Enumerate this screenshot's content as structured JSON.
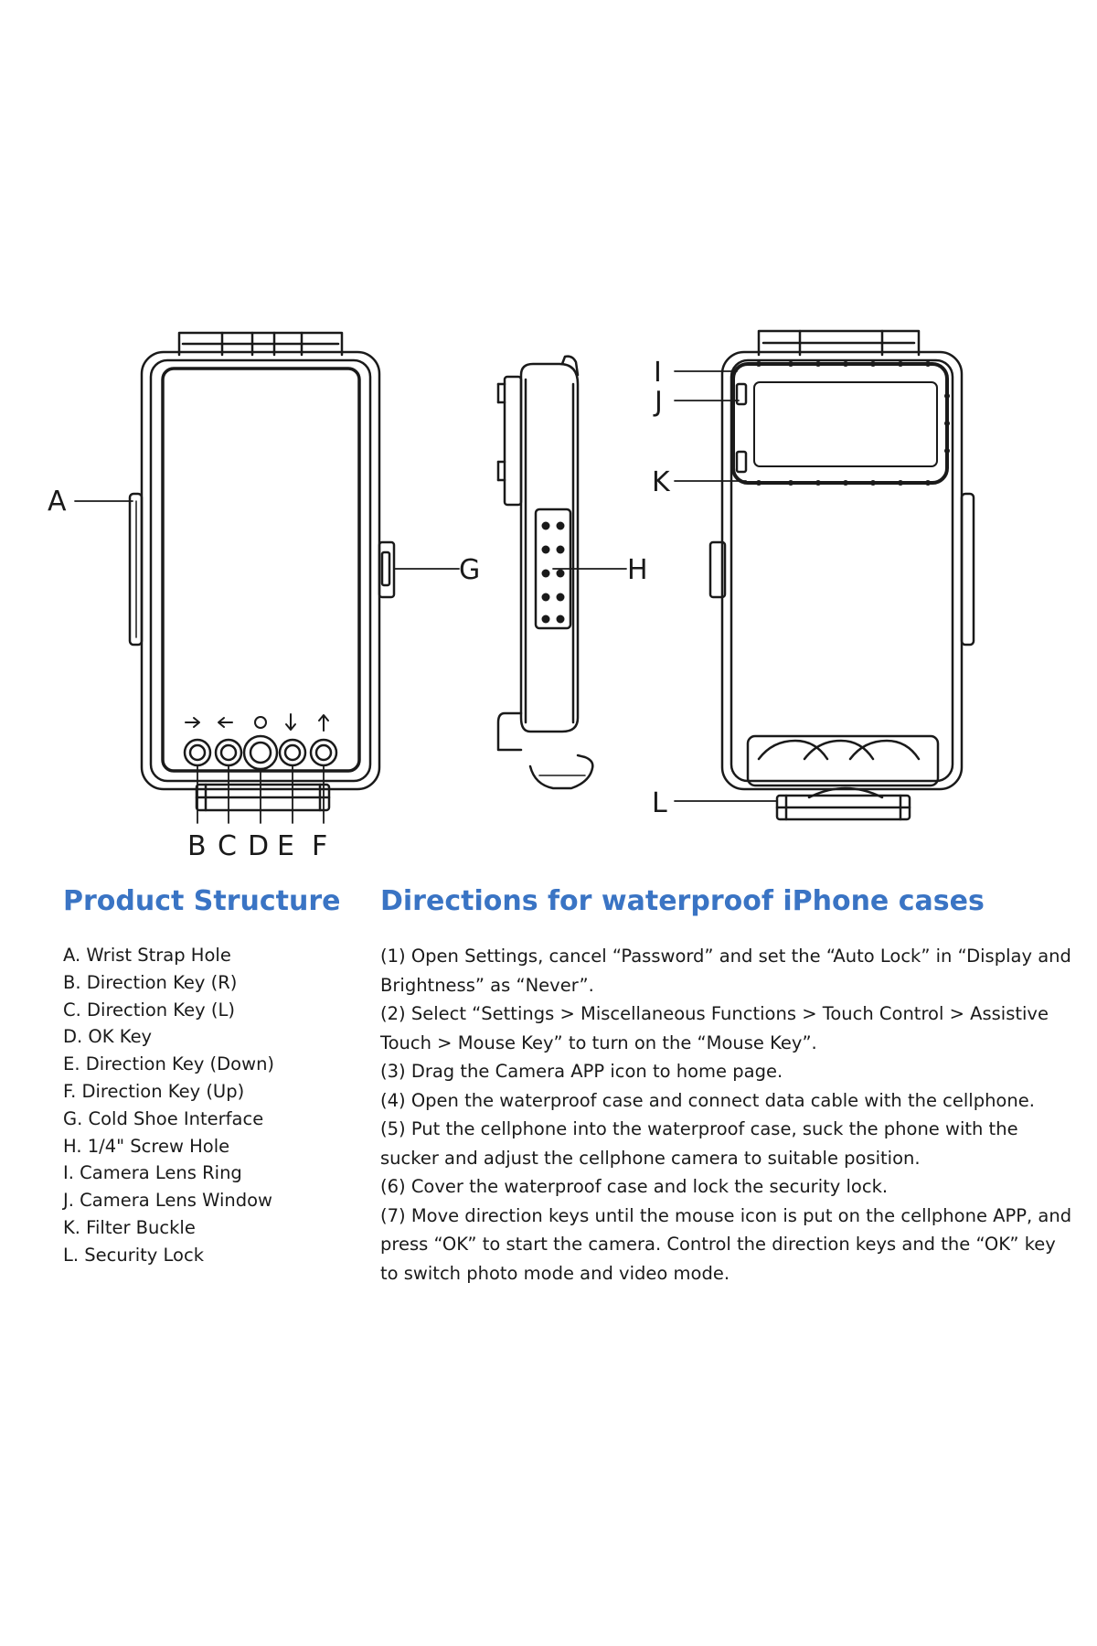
{
  "callouts": {
    "a": "A",
    "b": "B",
    "c": "C",
    "d": "D",
    "e": "E",
    "f": "F",
    "g": "G",
    "h": "H",
    "i": "I",
    "j": "J",
    "k": "K",
    "l": "L"
  },
  "product_structure": {
    "heading": "Product Structure",
    "items": [
      "A. Wrist Strap Hole",
      "B. Direction Key (R)",
      "C. Direction Key (L)",
      "D. OK Key",
      "E. Direction Key (Down)",
      "F. Direction Key (Up)",
      "G. Cold Shoe Interface",
      "H. 1/4\" Screw Hole",
      "I. Camera Lens Ring",
      "J. Camera Lens Window",
      "K. Filter Buckle",
      "L. Security Lock"
    ]
  },
  "directions": {
    "heading": "Directions for waterproof iPhone cases",
    "steps": [
      "(1) Open Settings, cancel “Password” and set the “Auto Lock” in “Display and Brightness” as “Never”.",
      "(2) Select “Settings > Miscellaneous Functions > Touch Control > Assistive Touch > Mouse Key” to turn on the “Mouse Key”.",
      "(3) Drag the Camera APP icon to home page.",
      "(4) Open the waterproof case and connect data cable with the cellphone.",
      "(5) Put the cellphone into the waterproof case, suck the phone with the sucker and adjust the cellphone camera to suitable position.",
      "(6) Cover the waterproof case and lock the security lock.",
      "(7) Move direction keys until the mouse icon is put on the cellphone APP, and press “OK” to start the camera. Control the direction keys and the “OK” key to switch photo mode and video mode."
    ]
  },
  "icons": [
    "arrow-right-icon",
    "arrow-left-icon",
    "ok-circle-icon",
    "arrow-down-icon",
    "arrow-up-icon"
  ]
}
